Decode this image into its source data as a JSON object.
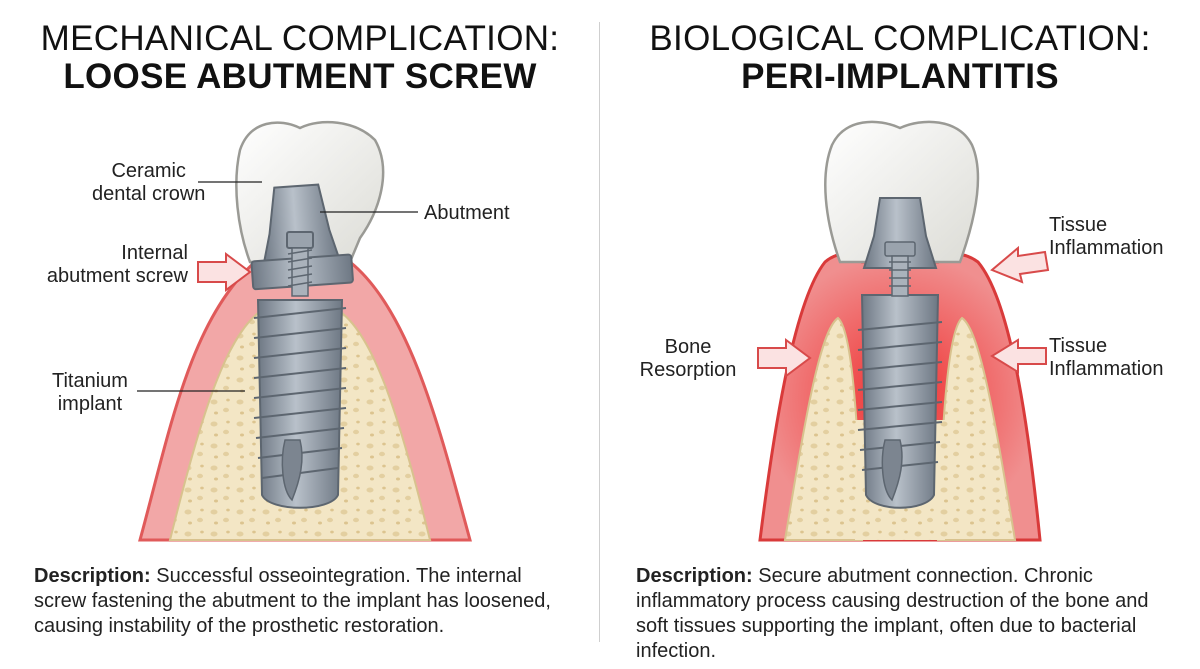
{
  "left": {
    "title_line1": "MECHANICAL COMPLICATION:",
    "title_line2": "LOOSE ABUTMENT SCREW",
    "labels": {
      "crown": [
        "Ceramic",
        "dental crown"
      ],
      "abutment": "Abutment",
      "screw": [
        "Internal",
        "abutment screw"
      ],
      "implant": [
        "Titanium",
        "implant"
      ]
    },
    "description_label": "Description:",
    "description_text": " Successful osseointegration. The internal screw fastening the abutment to the implant has loosened, causing instability of the prosthetic restoration."
  },
  "right": {
    "title_line1": "BIOLOGICAL COMPLICATION:",
    "title_line2": "PERI-IMPLANTITIS",
    "labels": {
      "inflammation_top": [
        "Tissue",
        "Inflammation"
      ],
      "bone": [
        "Bone",
        "Resorption"
      ],
      "inflammation_mid": [
        "Tissue",
        "Inflammation"
      ]
    },
    "description_label": "Description:",
    "description_text": " Secure abutment connection. Chronic inflammatory process causing destruction of the bone and soft tissues supporting the implant, often due to bacterial infection."
  },
  "colors": {
    "gum": "#f2a7a7",
    "gum_edge": "#e05a5a",
    "bone": "#f3e6c5",
    "metal": "#8d97a3",
    "crown": "#f4f4f2",
    "inflammation": "#ef3b3b"
  }
}
